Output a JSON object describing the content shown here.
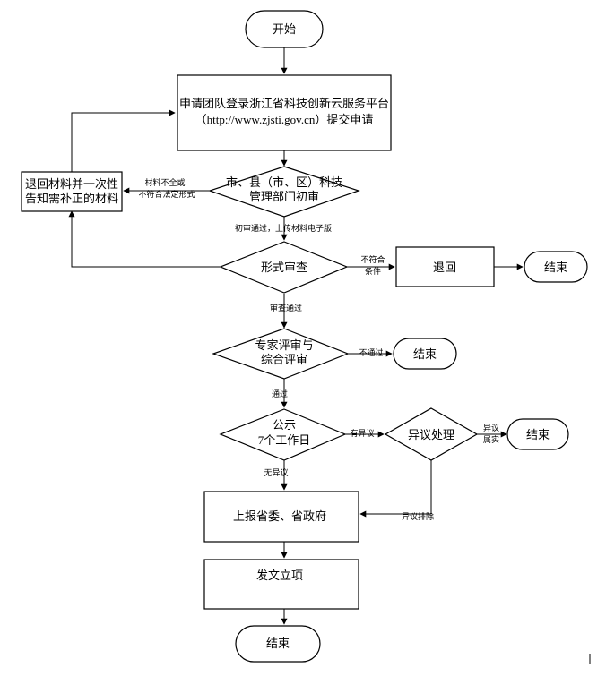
{
  "nodes": {
    "start": "开始",
    "apply_line1": "申请团队登录浙江省科技创新云服务平台",
    "apply_line2": "（http://www.zjsti.gov.cn）提交申请",
    "prelim_line1": "市、县（市、区）科技",
    "prelim_line2": "管理部门初审",
    "return_line1": "退回材料并一次性",
    "return_line2": "告知需补正的材料",
    "formal": "形式审查",
    "reject": "退回",
    "end1": "结束",
    "expert_line1": "专家评审与",
    "expert_line2": "综合评审",
    "end2": "结束",
    "public_line1": "公示",
    "public_line2": "7个工作日",
    "objection": "异议处理",
    "end3": "结束",
    "report": "上报省委、省政府",
    "issue": "发文立项",
    "end4": "结束"
  },
  "edges": {
    "incomplete_line1": "材料不全或",
    "incomplete_line2": "不符合法定形式",
    "prelim_pass": "初审通过，上传材料电子版",
    "not_qualified_line1": "不符合",
    "not_qualified_line2": "条件",
    "formal_pass": "审查通过",
    "not_pass": "不通过",
    "pass": "通过",
    "has_objection": "有异议",
    "objection_true_line1": "异议",
    "objection_true_line2": "属实",
    "no_objection": "无异议",
    "objection_cleared": "异议排除"
  }
}
